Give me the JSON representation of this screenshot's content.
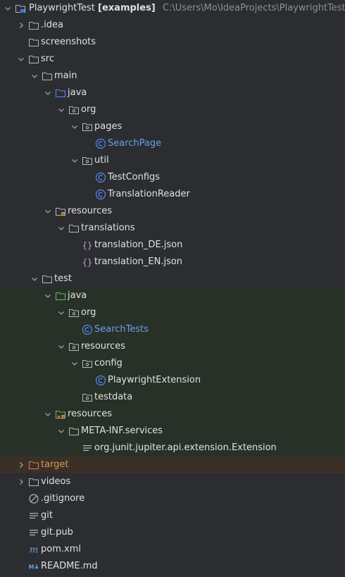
{
  "project": {
    "name": "PlaywrightTest",
    "module": "[examples]",
    "path": "C:\\Users\\Mo\\IdeaProjects\\PlaywrightTest"
  },
  "colors": {
    "test_row_bg": "#283127",
    "excluded_row_bg": "#3a3028",
    "panel_bg": "#2b2d30",
    "class_text": "#6f9ee8",
    "excluded_text": "#d49b4f"
  },
  "rows": [
    {
      "label": ".idea",
      "name": "tree-item-idea",
      "depth": 1,
      "expand": "collapsed",
      "icon": "folder-icon"
    },
    {
      "label": "screenshots",
      "name": "tree-item-screenshots",
      "depth": 1,
      "expand": "none",
      "icon": "folder-icon"
    },
    {
      "label": "src",
      "name": "tree-item-src",
      "depth": 1,
      "expand": "expanded",
      "icon": "folder-icon"
    },
    {
      "label": "main",
      "name": "tree-item-main",
      "depth": 2,
      "expand": "expanded",
      "icon": "folder-icon"
    },
    {
      "label": "java",
      "name": "tree-item-main-java",
      "depth": 3,
      "expand": "expanded",
      "icon": "source-root-folder-icon"
    },
    {
      "label": "org",
      "name": "tree-item-org",
      "depth": 4,
      "expand": "expanded",
      "icon": "package-icon"
    },
    {
      "label": "pages",
      "name": "tree-item-pages",
      "depth": 5,
      "expand": "expanded",
      "icon": "package-icon"
    },
    {
      "label": "SearchPage",
      "name": "tree-item-searchpage",
      "depth": 6,
      "expand": "none",
      "icon": "class-icon",
      "color": "blue"
    },
    {
      "label": "util",
      "name": "tree-item-util",
      "depth": 5,
      "expand": "expanded",
      "icon": "package-icon"
    },
    {
      "label": "TestConfigs",
      "name": "tree-item-testconfigs",
      "depth": 6,
      "expand": "none",
      "icon": "class-icon"
    },
    {
      "label": "TranslationReader",
      "name": "tree-item-translationreader",
      "depth": 6,
      "expand": "none",
      "icon": "class-icon"
    },
    {
      "label": "resources",
      "name": "tree-item-main-resources",
      "depth": 3,
      "expand": "expanded",
      "icon": "resources-root-folder-icon"
    },
    {
      "label": "translations",
      "name": "tree-item-translations",
      "depth": 4,
      "expand": "expanded",
      "icon": "folder-icon"
    },
    {
      "label": "translation_DE.json",
      "name": "tree-item-translation-de",
      "depth": 5,
      "expand": "none",
      "icon": "json-icon"
    },
    {
      "label": "translation_EN.json",
      "name": "tree-item-translation-en",
      "depth": 5,
      "expand": "none",
      "icon": "json-icon"
    },
    {
      "label": "test",
      "name": "tree-item-test",
      "depth": 2,
      "expand": "expanded",
      "icon": "folder-icon"
    },
    {
      "label": "java",
      "name": "tree-item-test-java",
      "depth": 3,
      "expand": "expanded",
      "icon": "test-root-folder-icon",
      "row": "test"
    },
    {
      "label": "org",
      "name": "tree-item-test-org",
      "depth": 4,
      "expand": "expanded",
      "icon": "package-icon",
      "row": "test"
    },
    {
      "label": "SearchTests",
      "name": "tree-item-searchtests",
      "depth": 5,
      "expand": "none",
      "icon": "class-icon",
      "color": "blue",
      "row": "test"
    },
    {
      "label": "resources",
      "name": "tree-item-test-pkg-resources",
      "depth": 4,
      "expand": "expanded",
      "icon": "package-icon",
      "row": "test"
    },
    {
      "label": "config",
      "name": "tree-item-config",
      "depth": 5,
      "expand": "expanded",
      "icon": "package-icon",
      "row": "test"
    },
    {
      "label": "PlaywrightExtension",
      "name": "tree-item-playwrightextension",
      "depth": 6,
      "expand": "none",
      "icon": "class-icon",
      "row": "test"
    },
    {
      "label": "testdata",
      "name": "tree-item-testdata",
      "depth": 5,
      "expand": "none",
      "icon": "package-icon",
      "row": "test"
    },
    {
      "label": "resources",
      "name": "tree-item-test-resources",
      "depth": 3,
      "expand": "expanded",
      "icon": "test-resources-root-folder-icon",
      "row": "test"
    },
    {
      "label": "META-INF.services",
      "name": "tree-item-meta-inf-services",
      "depth": 4,
      "expand": "expanded",
      "icon": "folder-icon",
      "row": "test"
    },
    {
      "label": "org.junit.jupiter.api.extension.Extension",
      "name": "tree-item-extension-file",
      "depth": 5,
      "expand": "none",
      "icon": "text-file-icon",
      "row": "test"
    },
    {
      "label": "target",
      "name": "tree-item-target",
      "depth": 1,
      "expand": "collapsed",
      "icon": "excluded-folder-icon",
      "color": "orange",
      "row": "excluded"
    },
    {
      "label": "videos",
      "name": "tree-item-videos",
      "depth": 1,
      "expand": "collapsed",
      "icon": "folder-icon"
    },
    {
      "label": ".gitignore",
      "name": "tree-item-gitignore",
      "depth": 1,
      "expand": "none",
      "icon": "ignore-file-icon"
    },
    {
      "label": "git",
      "name": "tree-item-git",
      "depth": 1,
      "expand": "none",
      "icon": "text-file-icon"
    },
    {
      "label": "git.pub",
      "name": "tree-item-git-pub",
      "depth": 1,
      "expand": "none",
      "icon": "text-file-icon"
    },
    {
      "label": "pom.xml",
      "name": "tree-item-pom",
      "depth": 1,
      "expand": "none",
      "icon": "maven-icon"
    },
    {
      "label": "README.md",
      "name": "tree-item-readme",
      "depth": 1,
      "expand": "none",
      "icon": "markdown-icon"
    }
  ]
}
